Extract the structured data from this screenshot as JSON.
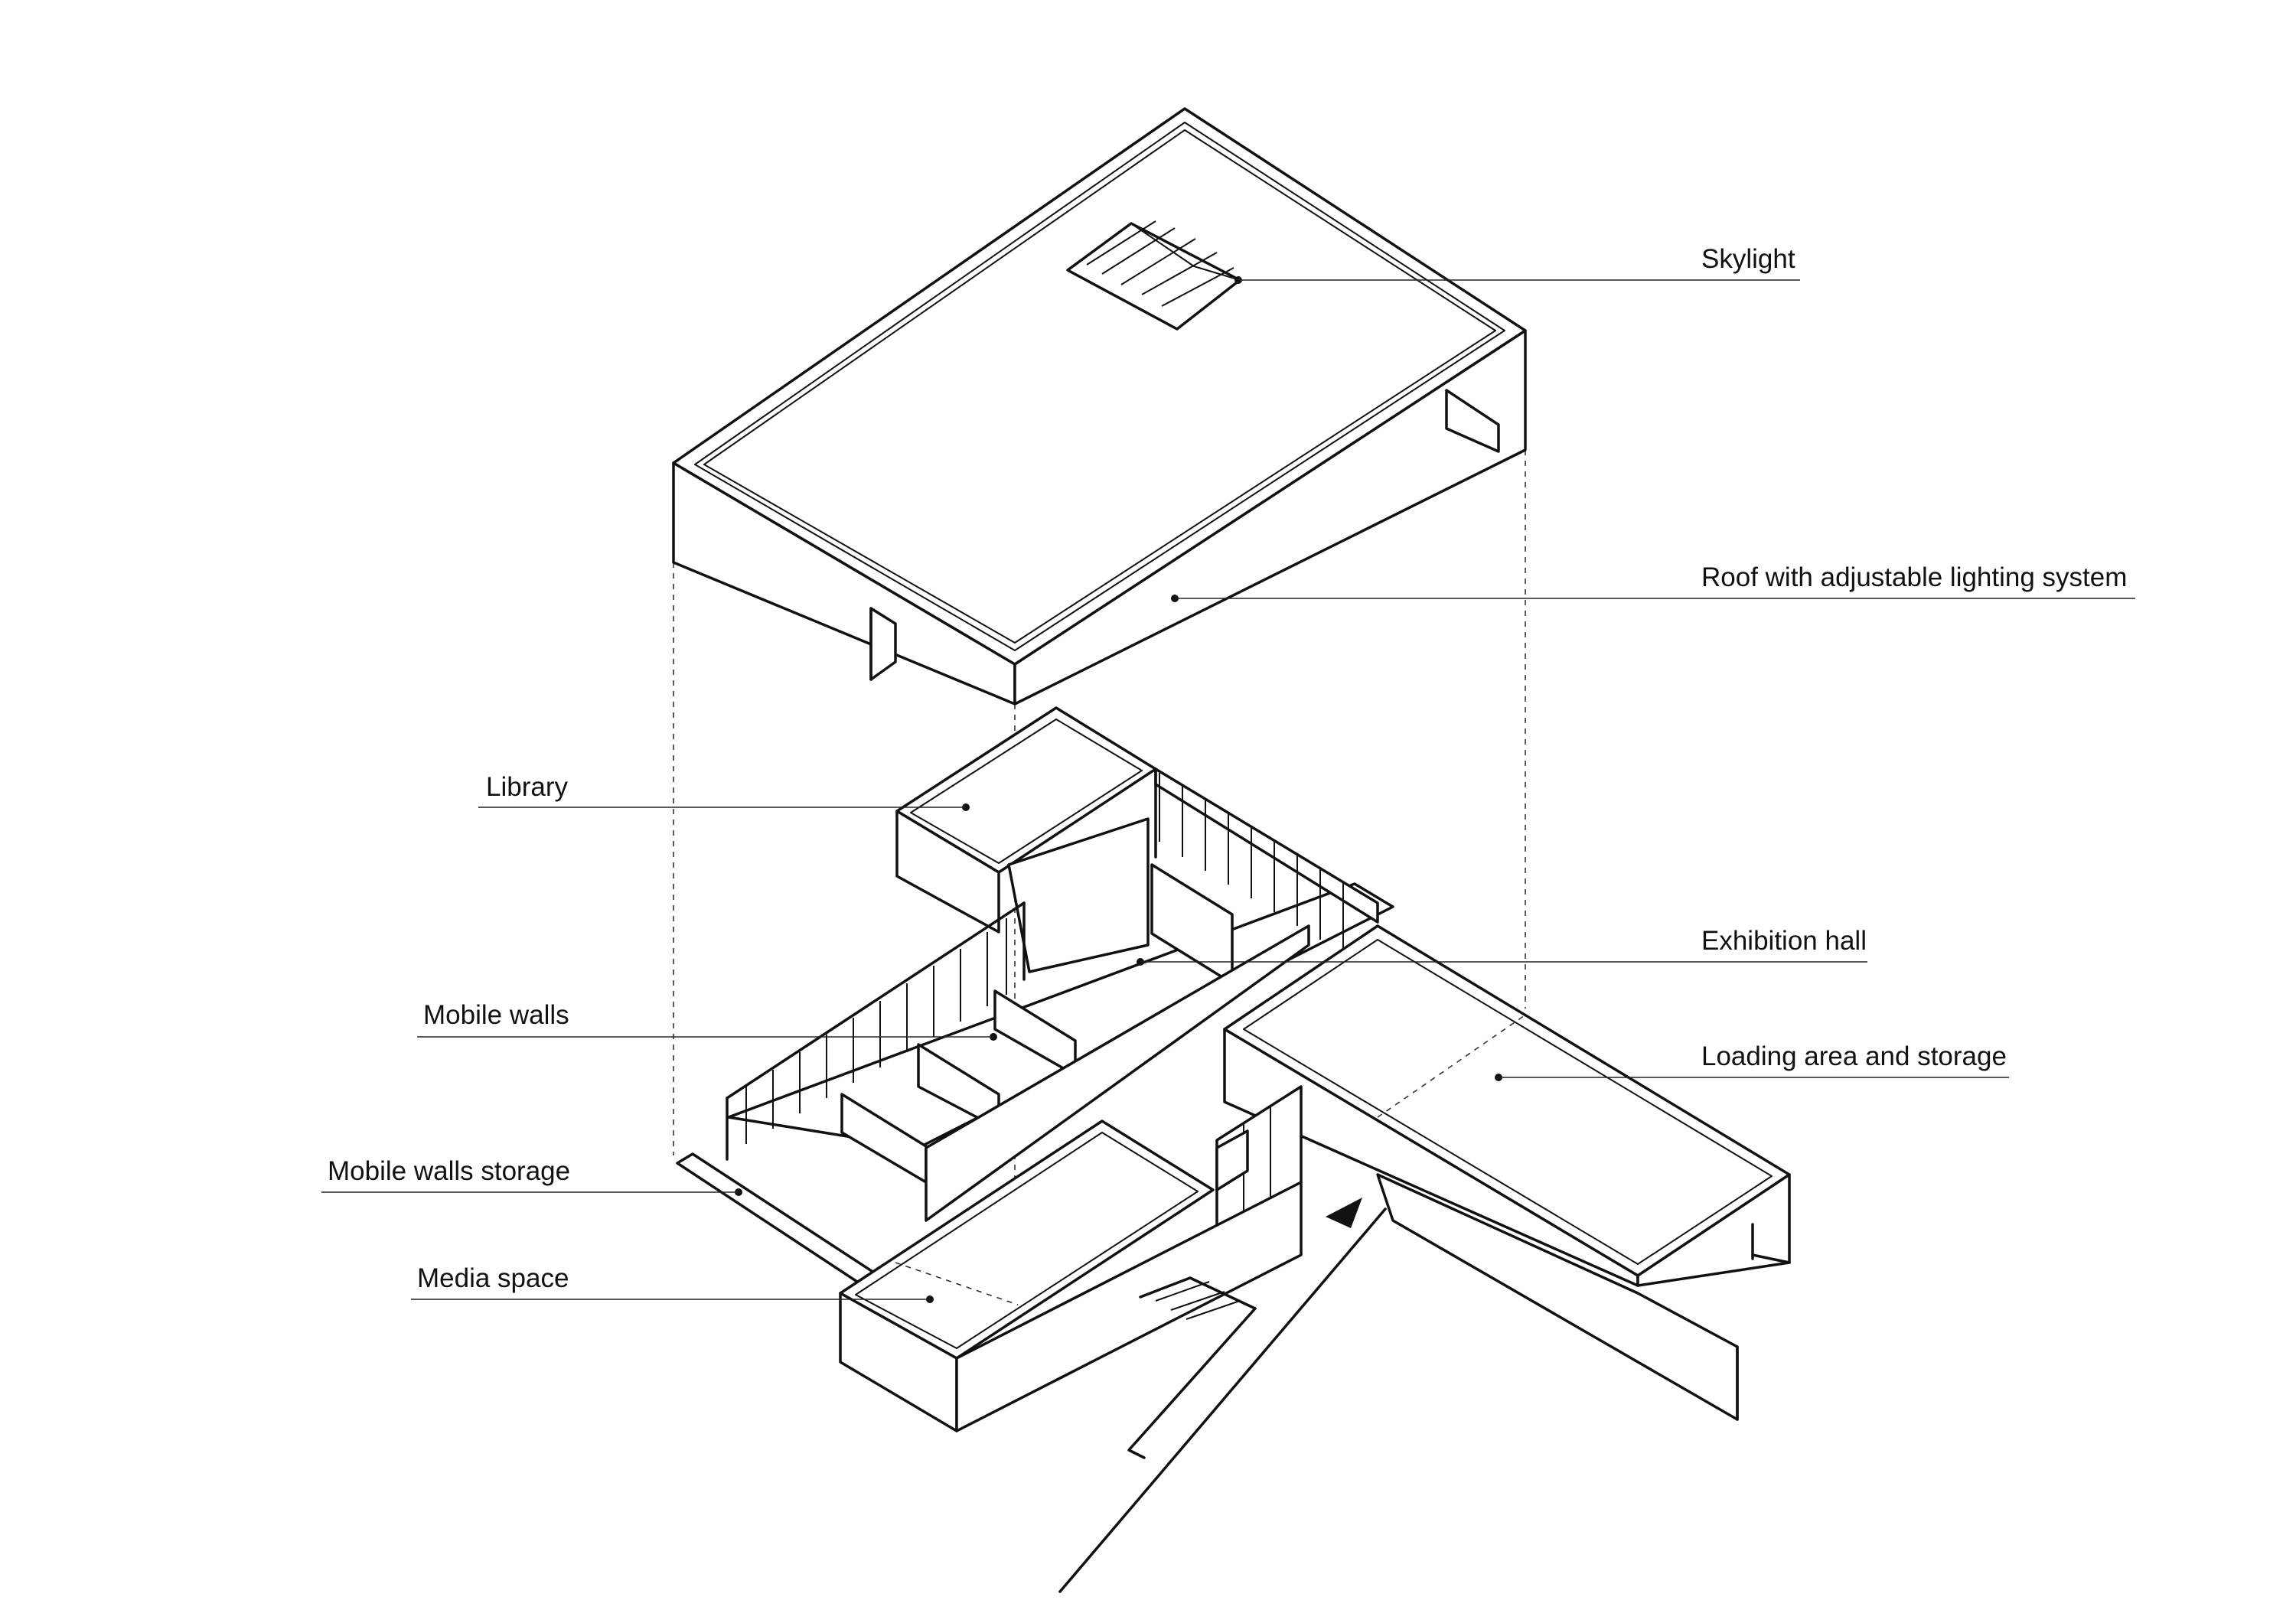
{
  "labels": {
    "skylight": "Skylight",
    "roof": "Roof with adjustable lighting system",
    "library": "Library",
    "exhibition_hall": "Exhibition hall",
    "mobile_walls": "Mobile walls",
    "loading_area": "Loading area and storage",
    "mobile_walls_storage": "Mobile walls storage",
    "media_space": "Media space"
  },
  "colors": {
    "line": "#111111",
    "background": "#ffffff"
  }
}
